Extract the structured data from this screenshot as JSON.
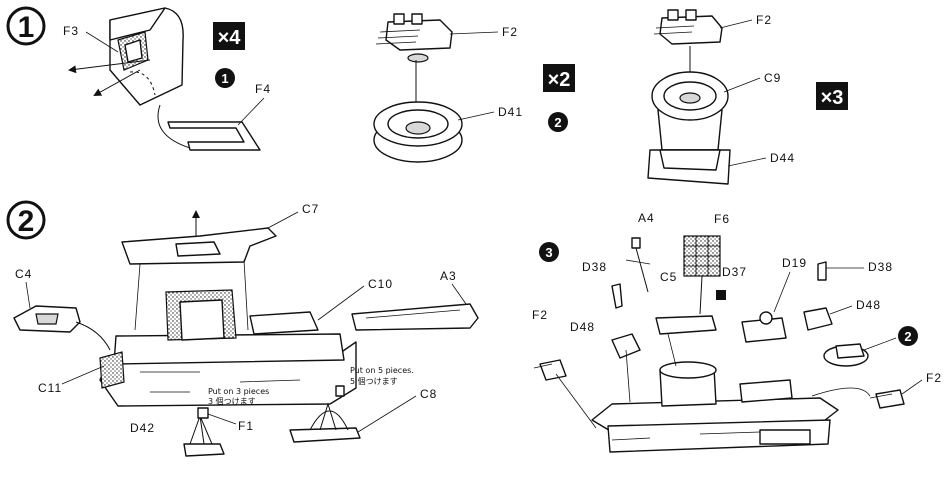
{
  "steps": {
    "step1": {
      "number": "1"
    },
    "step2": {
      "number": "2"
    }
  },
  "multipliers": {
    "f3_assembly": "×4",
    "gun_mount_2": "×2",
    "gun_mount_3": "×3"
  },
  "subassemblies": {
    "sub1": "1",
    "sub2": "2",
    "sub3": "3",
    "sub2_ref": "2"
  },
  "labels": {
    "f3": "F3",
    "f4": "F4",
    "f2_a": "F2",
    "d41": "D41",
    "f2_b": "F2",
    "c9": "C9",
    "d44": "D44",
    "c7": "C7",
    "c4": "C4",
    "c10": "C10",
    "a3": "A3",
    "c11": "C11",
    "d42": "D42",
    "f1": "F1",
    "c8": "C8",
    "a4": "A4",
    "f6": "F6",
    "d38_a": "D38",
    "c5": "C5",
    "d37": "D37",
    "d19": "D19",
    "d38_b": "D38",
    "f2_c": "F2",
    "d48_a": "D48",
    "d48_b": "D48",
    "f2_d": "F2"
  },
  "notes": {
    "put_on_3_en": "Put on 3 pieces",
    "put_on_3_jp": "3 個つけます",
    "put_on_5_en": "Put on 5 pieces.",
    "put_on_5_jp": "5 個つけます"
  }
}
